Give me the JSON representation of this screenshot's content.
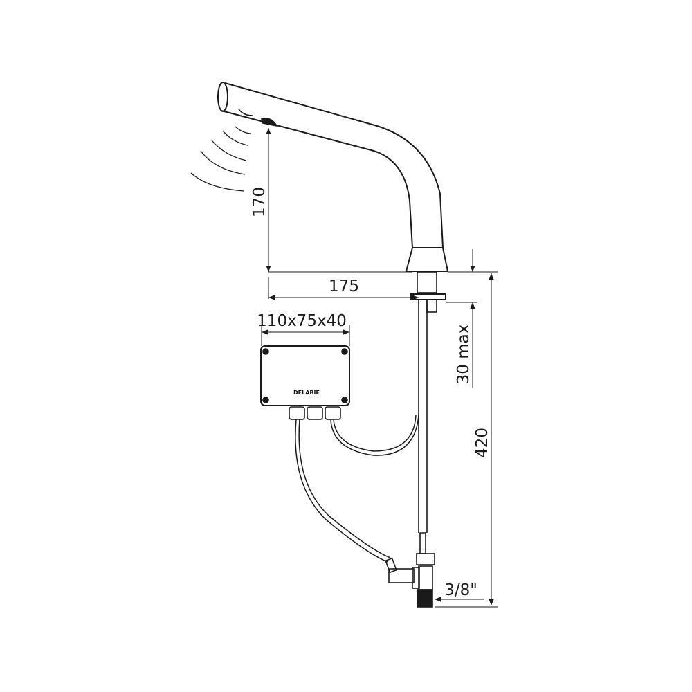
{
  "drawing": {
    "dimensions": {
      "sensor_height": "170",
      "spout_reach": "175",
      "box_size": "110x75x40",
      "deck_thickness": "30 max",
      "total_length": "420",
      "connection": "3/8\""
    },
    "logo": "DELABIE",
    "line_color": "#1a1a1a"
  }
}
